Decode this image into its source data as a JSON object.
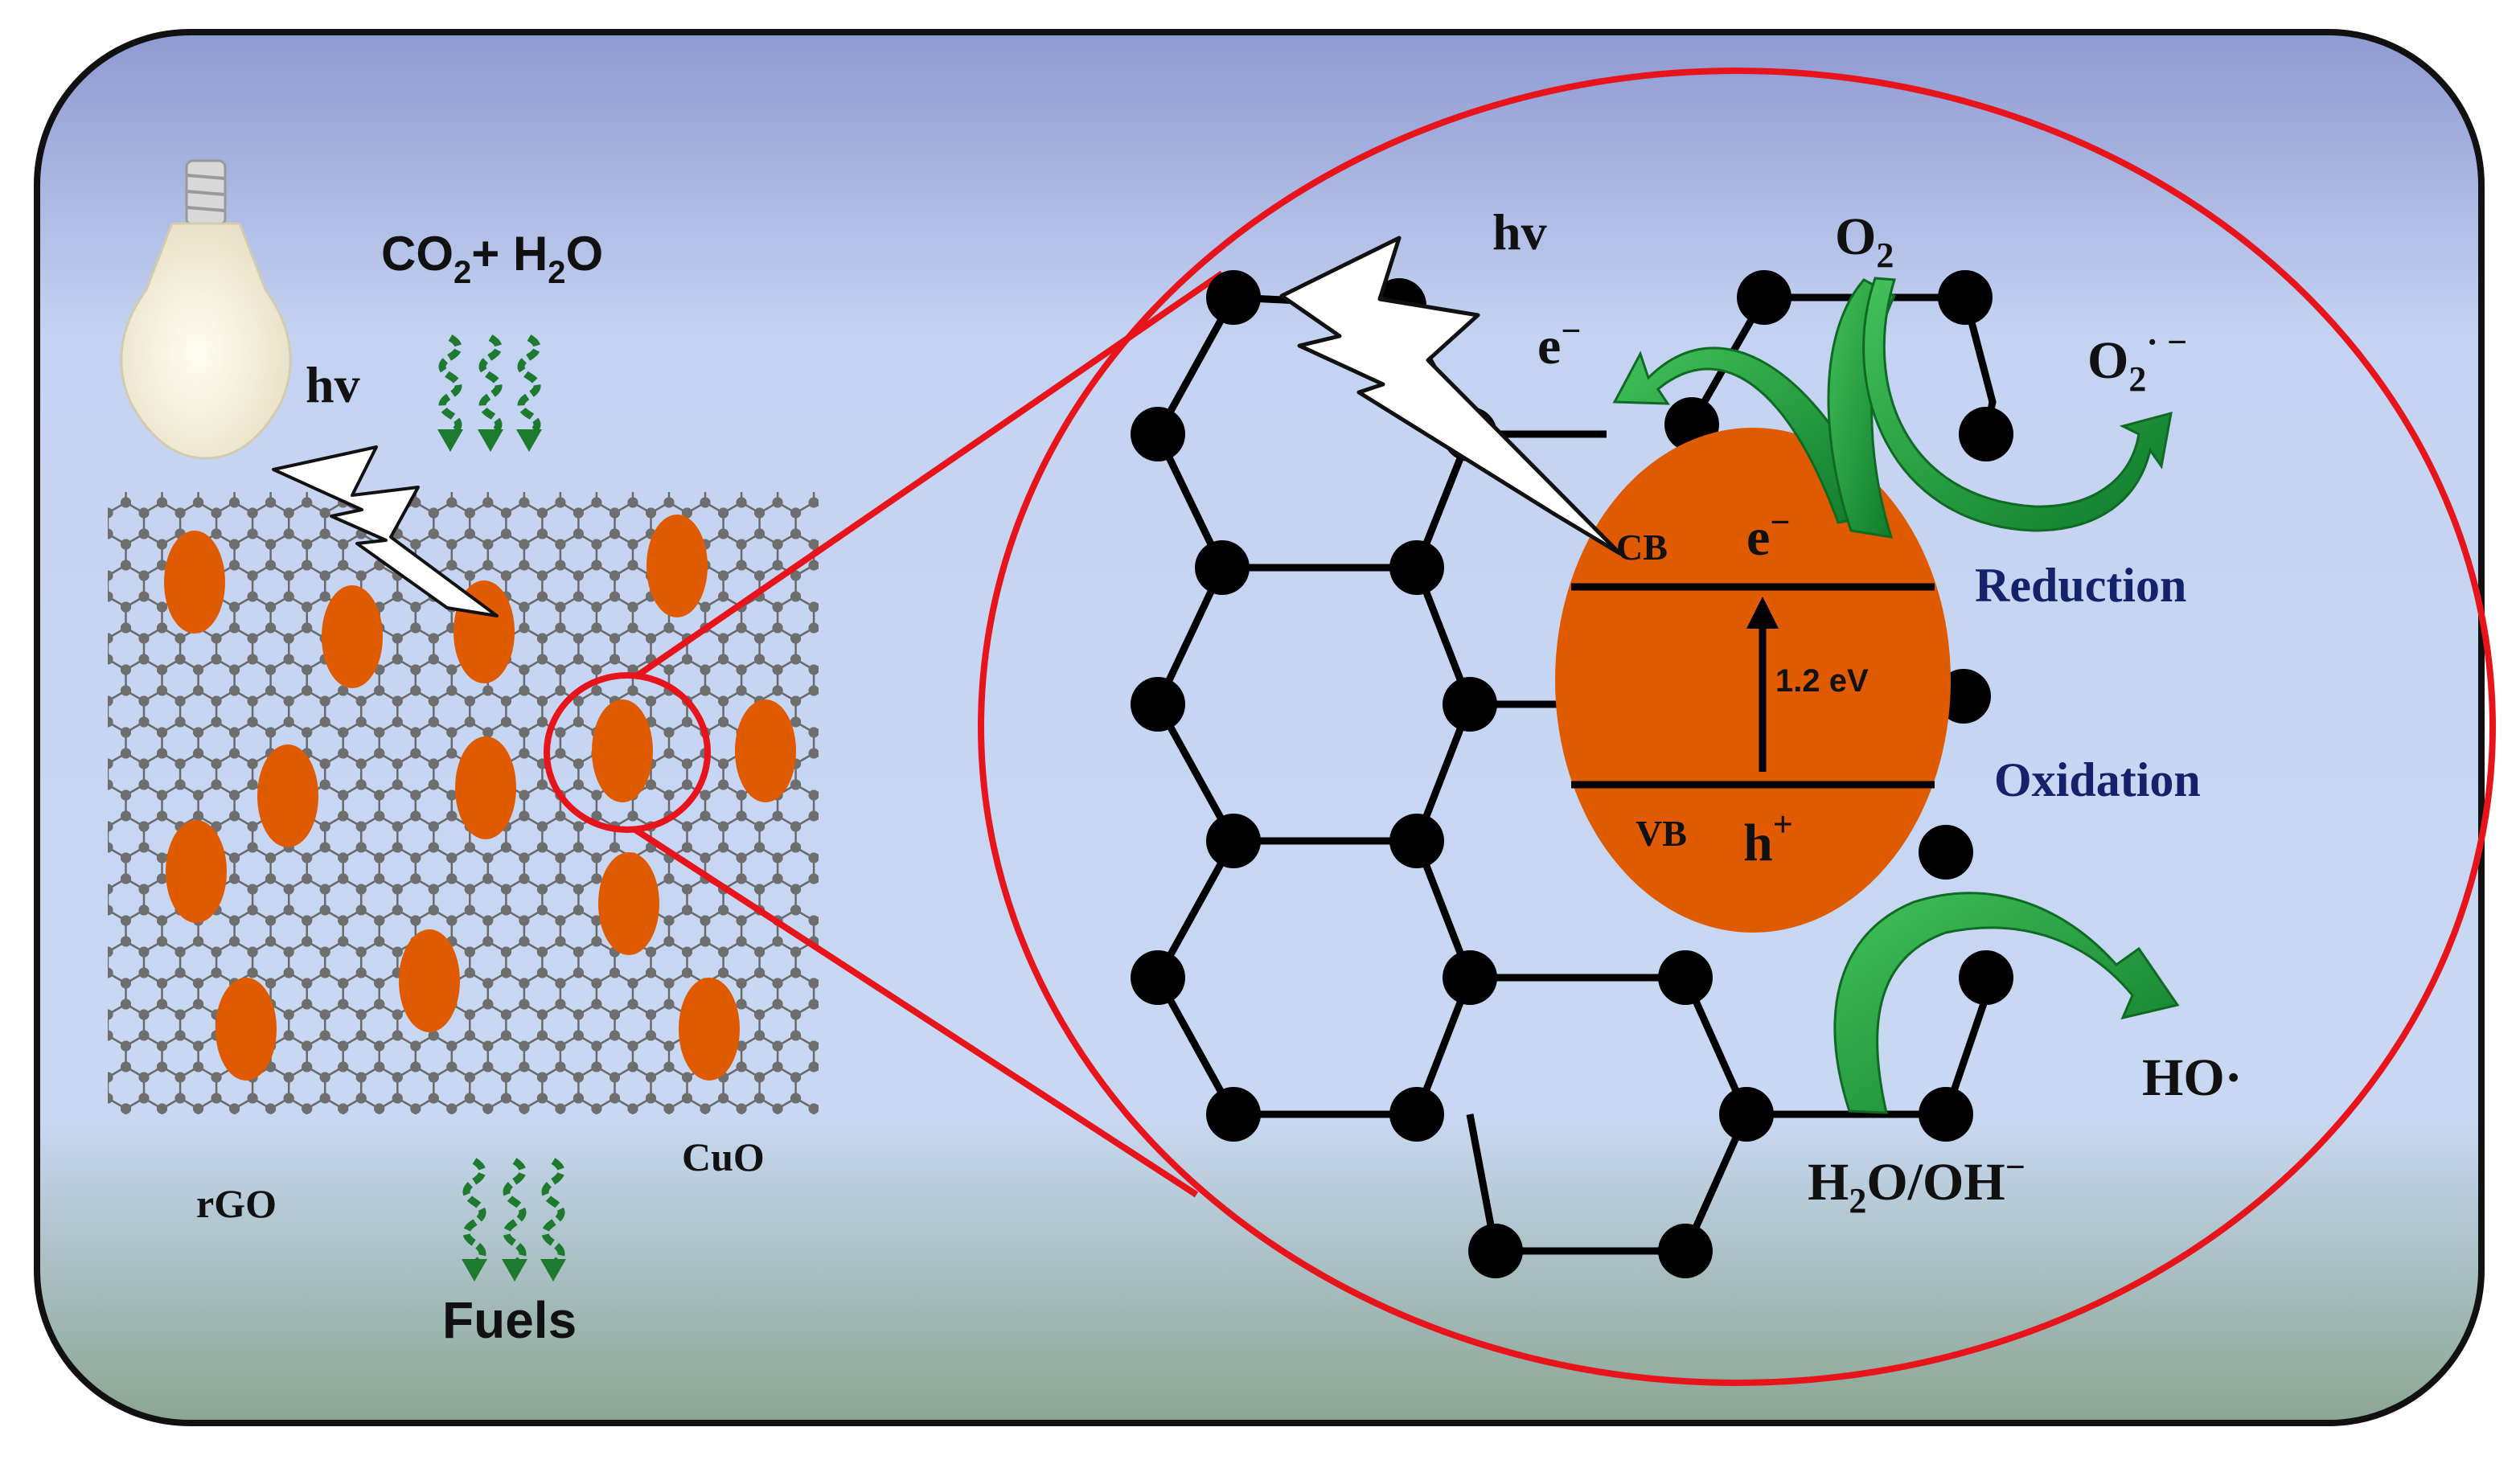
{
  "colors": {
    "panel_top": "#8e9ad1",
    "panel_bottom": "#8aa692",
    "frame": "#111111",
    "cuo": "#e05a00",
    "lattice_atom": "#6e6e6e",
    "callout": "#e8141c",
    "arrow_green": "#1d9e3a",
    "label_blue": "#14226b"
  },
  "icons": {
    "bulb": "light-bulb-icon",
    "bolt": "lightning-bolt-icon",
    "wavy": "wavy-arrow-icon",
    "curved": "curved-arrow-icon"
  },
  "left": {
    "reactants": {
      "main": "CO",
      "sub": "2",
      "plus": "+ H",
      "sub2": "2",
      "tail": "O"
    },
    "hv": "hv",
    "rgo": "rGO",
    "cuo": "CuO",
    "fuels": "Fuels"
  },
  "zoom": {
    "hv": "hv",
    "electron_out": {
      "base": "e",
      "sup": "−"
    },
    "o2": {
      "base": "O",
      "sub": "2"
    },
    "superoxide": {
      "base": "O",
      "sub": "2",
      "sup": "· −"
    },
    "cb": "CB",
    "vb": "VB",
    "electron_cb": {
      "base": "e",
      "sup": "−"
    },
    "hole": {
      "base": "h",
      "sup": "+"
    },
    "gap": "1.2 eV",
    "reduction": "Reduction",
    "oxidation": "Oxidation",
    "hydroxyl": "HO·",
    "water": {
      "h": "H",
      "sub": "2",
      "rest": "O/OH",
      "sup": "−"
    }
  }
}
